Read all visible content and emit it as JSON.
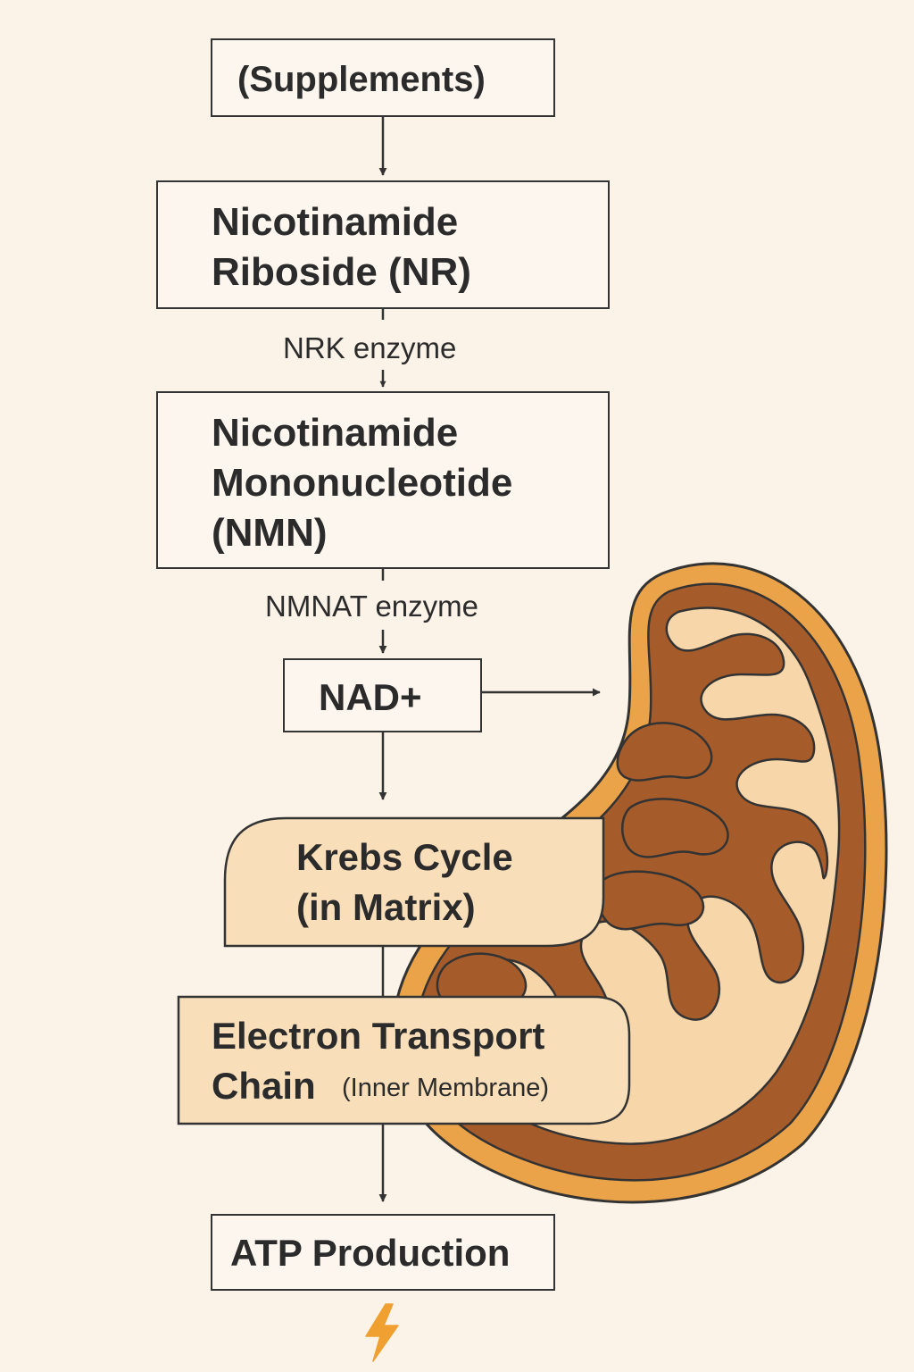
{
  "nodes": {
    "supplements": "(Supplements)",
    "nr_line1": "Nicotinamide",
    "nr_line2": "Riboside (NR)",
    "nmn_line1": "Nicotinamide",
    "nmn_line2": "Mononucleotide",
    "nmn_line3": "(NMN)",
    "nad": "NAD+",
    "krebs_line1": "Krebs Cycle",
    "krebs_line2": "(in Matrix)",
    "etc_line1": "Electron Transport",
    "etc_line2_main": "Chain",
    "etc_line2_sub": "(Inner Membrane)",
    "atp": "ATP Production"
  },
  "edges": {
    "nrk": "NRK enzyme",
    "nmnat": "NMNAT enzyme"
  },
  "colors": {
    "background": "#fcf3e8",
    "mito_outer": "#eba34a",
    "mito_membrane": "#a55c2a",
    "mito_matrix": "#f7d7aa",
    "box_fill_light": "#fdf6ee",
    "box_fill_tan": "#f8dfba",
    "stroke": "#333333",
    "bolt": "#f0a030"
  },
  "icons": {
    "mitochondrion": "mitochondrion-illustration",
    "energy": "lightning-bolt-icon"
  }
}
